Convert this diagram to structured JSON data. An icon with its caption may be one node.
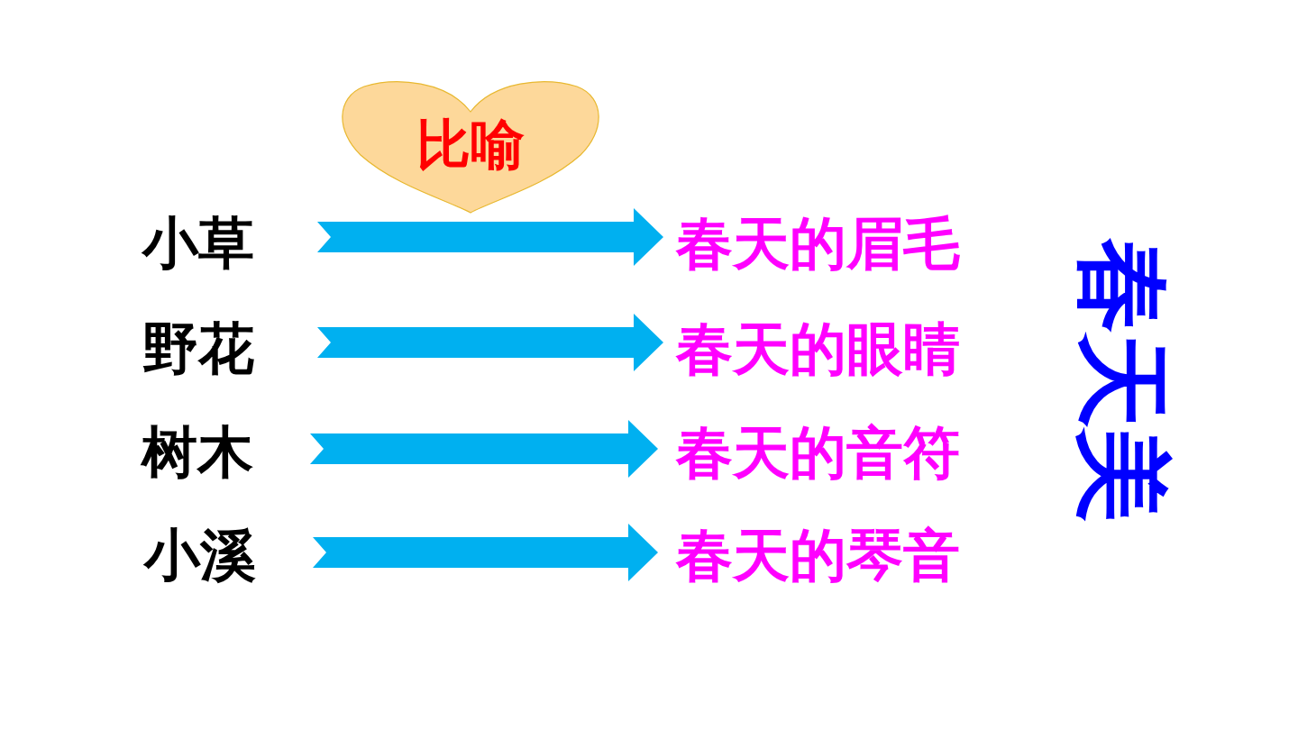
{
  "diagram": {
    "nodes": [
      {
        "text": [
          "比喻"
        ]
      },
      {
        "text": [
          "小草"
        ]
      },
      {
        "text": [
          "春天的眉毛"
        ]
      },
      {
        "text": [
          "野花"
        ]
      },
      {
        "text": [
          "春天的眼睛"
        ]
      },
      {
        "text": [
          "树木"
        ]
      },
      {
        "text": [
          "春天的音符"
        ]
      },
      {
        "text": [
          "小溪"
        ]
      },
      {
        "text": [
          "春天的琴音"
        ]
      }
    ],
    "edges": [
      {
        "from": 1,
        "to": 2,
        "arrow": "to"
      },
      {
        "from": 3,
        "to": 4,
        "arrow": "to"
      },
      {
        "from": 5,
        "to": 6,
        "arrow": "to"
      },
      {
        "from": 7,
        "to": 8,
        "arrow": "to"
      }
    ],
    "labels": [
      "春天美"
    ]
  }
}
